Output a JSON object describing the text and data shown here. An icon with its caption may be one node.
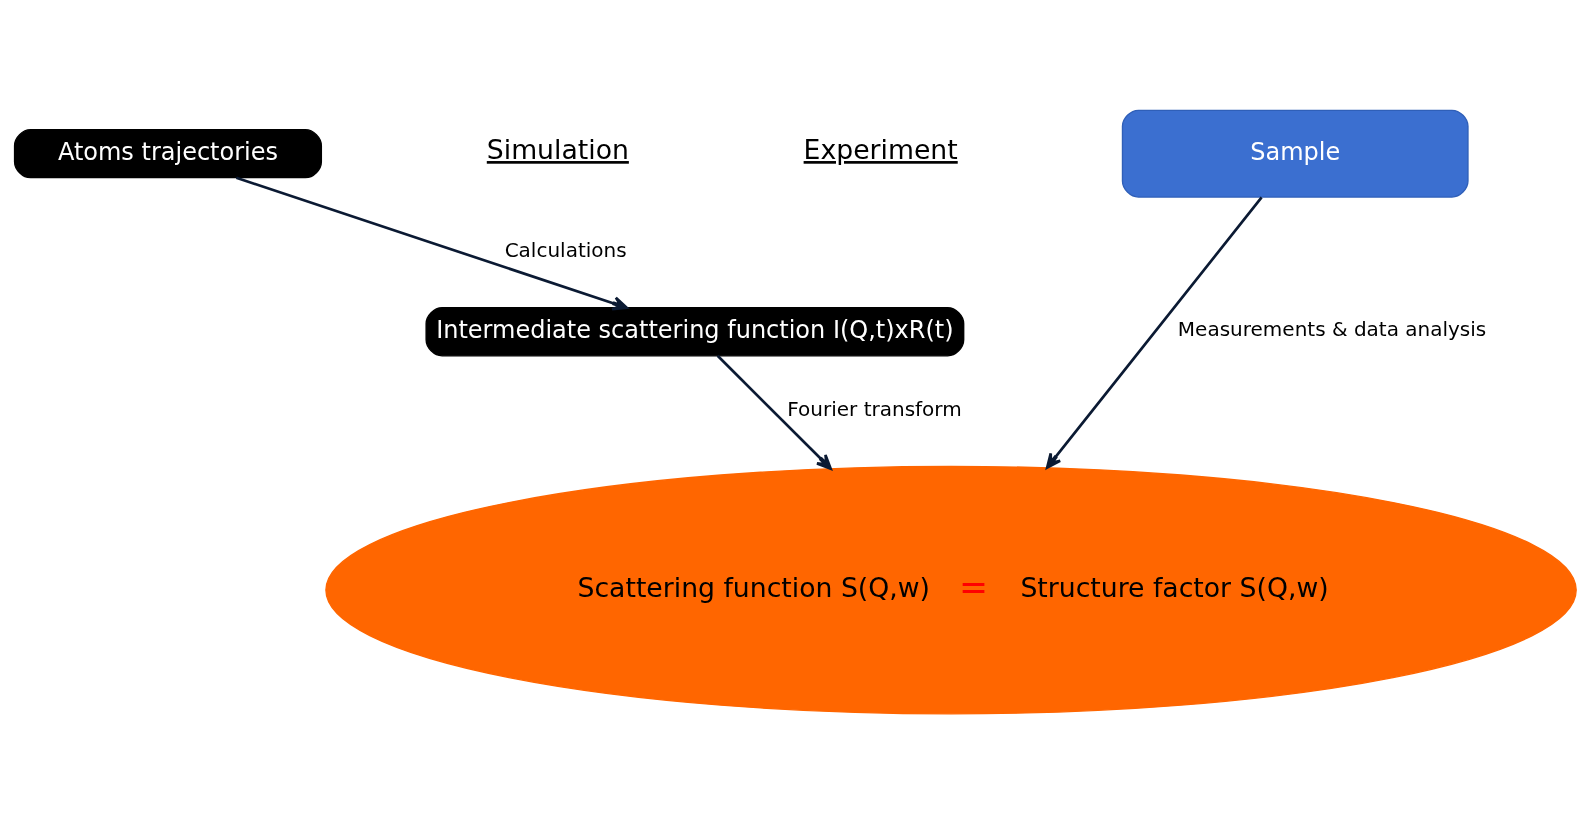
{
  "diagram": {
    "nodes": [
      {
        "text": [
          "Atoms trajectories"
        ]
      },
      {
        "text": [
          "Intermediate scattering function I(Q,t)xR(t)"
        ]
      },
      {
        "text": [
          "Sample"
        ]
      },
      {
        "text": [
          "Scattering function S(Q,w)",
          "=",
          "Structure factor S(Q,w)"
        ]
      }
    ],
    "edges": [
      {
        "from": 0,
        "to": 1,
        "arrow": "to",
        "label": "Calculations"
      },
      {
        "from": 1,
        "to": 3,
        "arrow": "to",
        "label": "Fourier transform"
      },
      {
        "from": 2,
        "to": 3,
        "arrow": "to",
        "label": "Measurements & data analysis"
      }
    ],
    "labels": [
      "Simulation",
      "Experiment"
    ]
  }
}
